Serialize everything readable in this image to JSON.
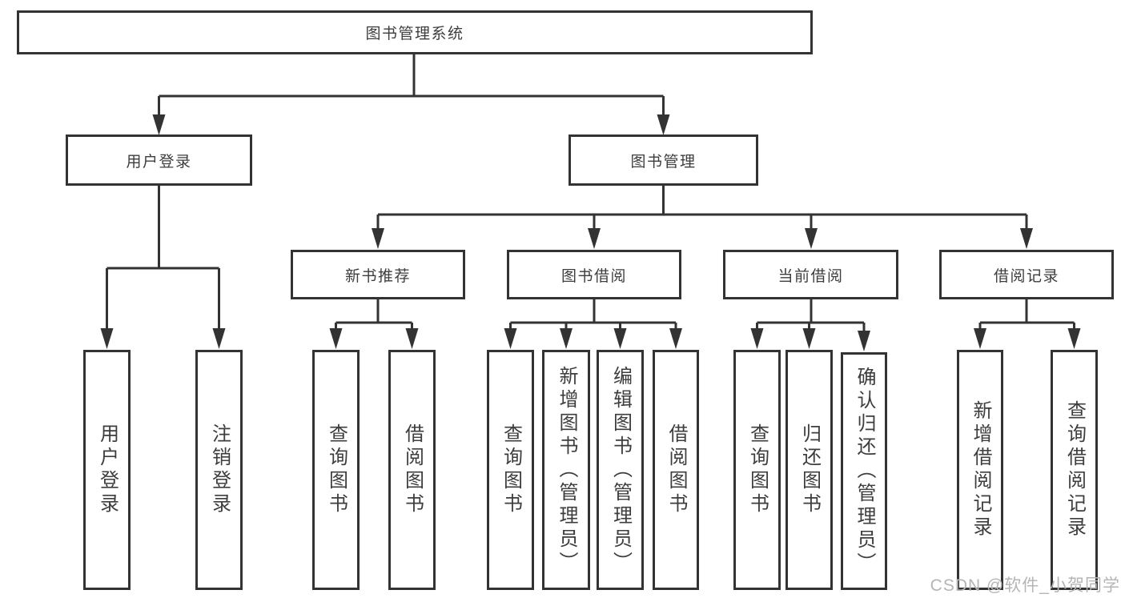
{
  "diagram": {
    "root": {
      "label": "图书管理系统"
    },
    "branches": [
      {
        "label": "用户登录",
        "children": [
          {
            "label": "用户登录"
          },
          {
            "label": "注销登录"
          }
        ]
      },
      {
        "label": "图书管理",
        "children": [
          {
            "label": "新书推荐",
            "children": [
              {
                "label": "查询图书"
              },
              {
                "label": "借阅图书"
              }
            ]
          },
          {
            "label": "图书借阅",
            "children": [
              {
                "label": "查询图书"
              },
              {
                "label": "新增图书（管理员）"
              },
              {
                "label": "编辑图书（管理员）"
              },
              {
                "label": "借阅图书"
              }
            ]
          },
          {
            "label": "当前借阅",
            "children": [
              {
                "label": "查询图书"
              },
              {
                "label": "归还图书"
              },
              {
                "label": "确认归还（管理员）"
              }
            ]
          },
          {
            "label": "借阅记录",
            "children": [
              {
                "label": "新增借阅记录"
              },
              {
                "label": "查询借阅记录"
              }
            ]
          }
        ]
      }
    ],
    "watermark": "CSDN @软件_小贺同学"
  },
  "colors": {
    "line": "#333333",
    "text": "#3d3d3d",
    "watermark": "#b5b5b5"
  }
}
